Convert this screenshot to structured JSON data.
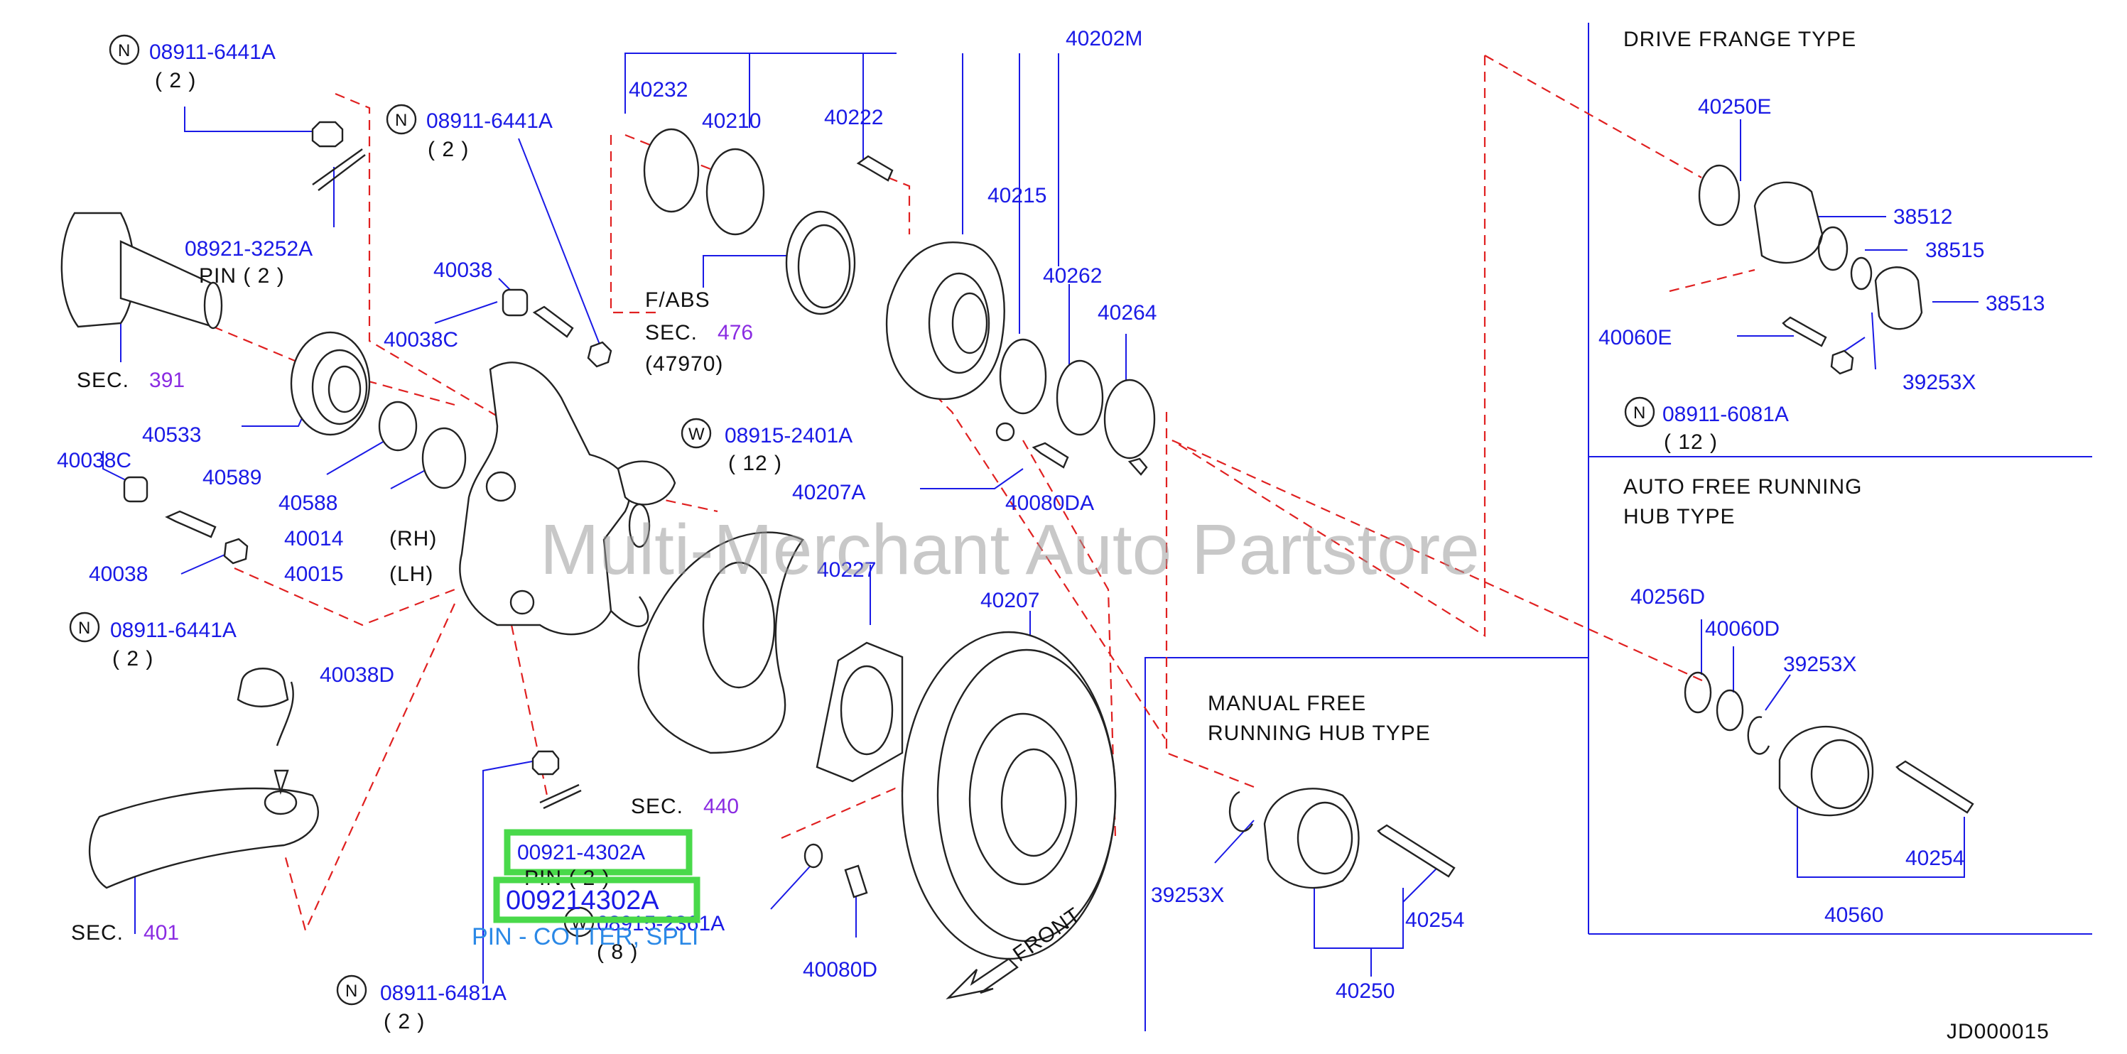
{
  "diagram_code": "JD000015",
  "watermark": "Multi-Merchant Auto Partstore",
  "front_label": "FRONT",
  "sections": {
    "drive_flange": "DRIVE   FRANGE   TYPE",
    "auto_free_line1": "AUTO   FREE   RUNNING",
    "auto_free_line2": "HUB   TYPE",
    "manual_free_line1": "MANUAL   FREE",
    "manual_free_line2": "RUNNING   HUB   TYPE"
  },
  "refs": {
    "sec391": {
      "prefix": "SEC.",
      "num": "391"
    },
    "sec476": {
      "line1": "F/ABS",
      "prefix": "SEC.",
      "num": "476",
      "line3": "(47970)"
    },
    "sec440": {
      "prefix": "SEC.",
      "num": "440"
    },
    "sec401": {
      "prefix": "SEC.",
      "num": "401"
    }
  },
  "highlight": {
    "box1": "00921-4302A",
    "box2": "009214302A",
    "pin_label": "PIN   ( 2 )",
    "tooltip": "PIN - COTTER, SPLI"
  },
  "parts": {
    "p08911_6441A_top": "08911-6441A",
    "q2_top": "( 2 )",
    "p08911_6441A_b": "08911-6441A",
    "q2_b": "( 2 )",
    "p08921_3252A": "08921-3252A",
    "pin2": "PIN   ( 2 )",
    "p40038_top": "40038",
    "p40038C_top": "40038C",
    "p40533": "40533",
    "p40589": "40589",
    "p40588": "40588",
    "p40038C": "40038C",
    "p40038": "40038",
    "p40014": "40014",
    "rh": "(RH)",
    "p40015": "40015",
    "lh": "(LH)",
    "p08911_6441A_c": "08911-6441A",
    "q2_c": "( 2 )",
    "p40038D": "40038D",
    "p08911_6481A": "08911-6481A",
    "q2_d": "( 2 )",
    "p08915_2361A": "08915-2361A",
    "q8": "( 8 )",
    "p40202M": "40202M",
    "p40232": "40232",
    "p40210": "40210",
    "p40222": "40222",
    "p40215": "40215",
    "p40262": "40262",
    "p40264": "40264",
    "p08915_2401A": "08915-2401A",
    "q12": "( 12 )",
    "p40207A": "40207A",
    "p40080DA": "40080DA",
    "p40227": "40227",
    "p40207": "40207",
    "p40080D": "40080D",
    "p40250E": "40250E",
    "p38512": "38512",
    "p38515": "38515",
    "p38513": "38513",
    "p40060E": "40060E",
    "p39253X_a": "39253X",
    "p08911_6081A": "08911-6081A",
    "q12_b": "( 12 )",
    "p40256D": "40256D",
    "p40060D": "40060D",
    "p39253X_b": "39253X",
    "p40254_a": "40254",
    "p40560": "40560",
    "p39253X_c": "39253X",
    "p40254_b": "40254",
    "p40250": "40250"
  },
  "circle_letters": {
    "n": "N",
    "w": "W"
  }
}
